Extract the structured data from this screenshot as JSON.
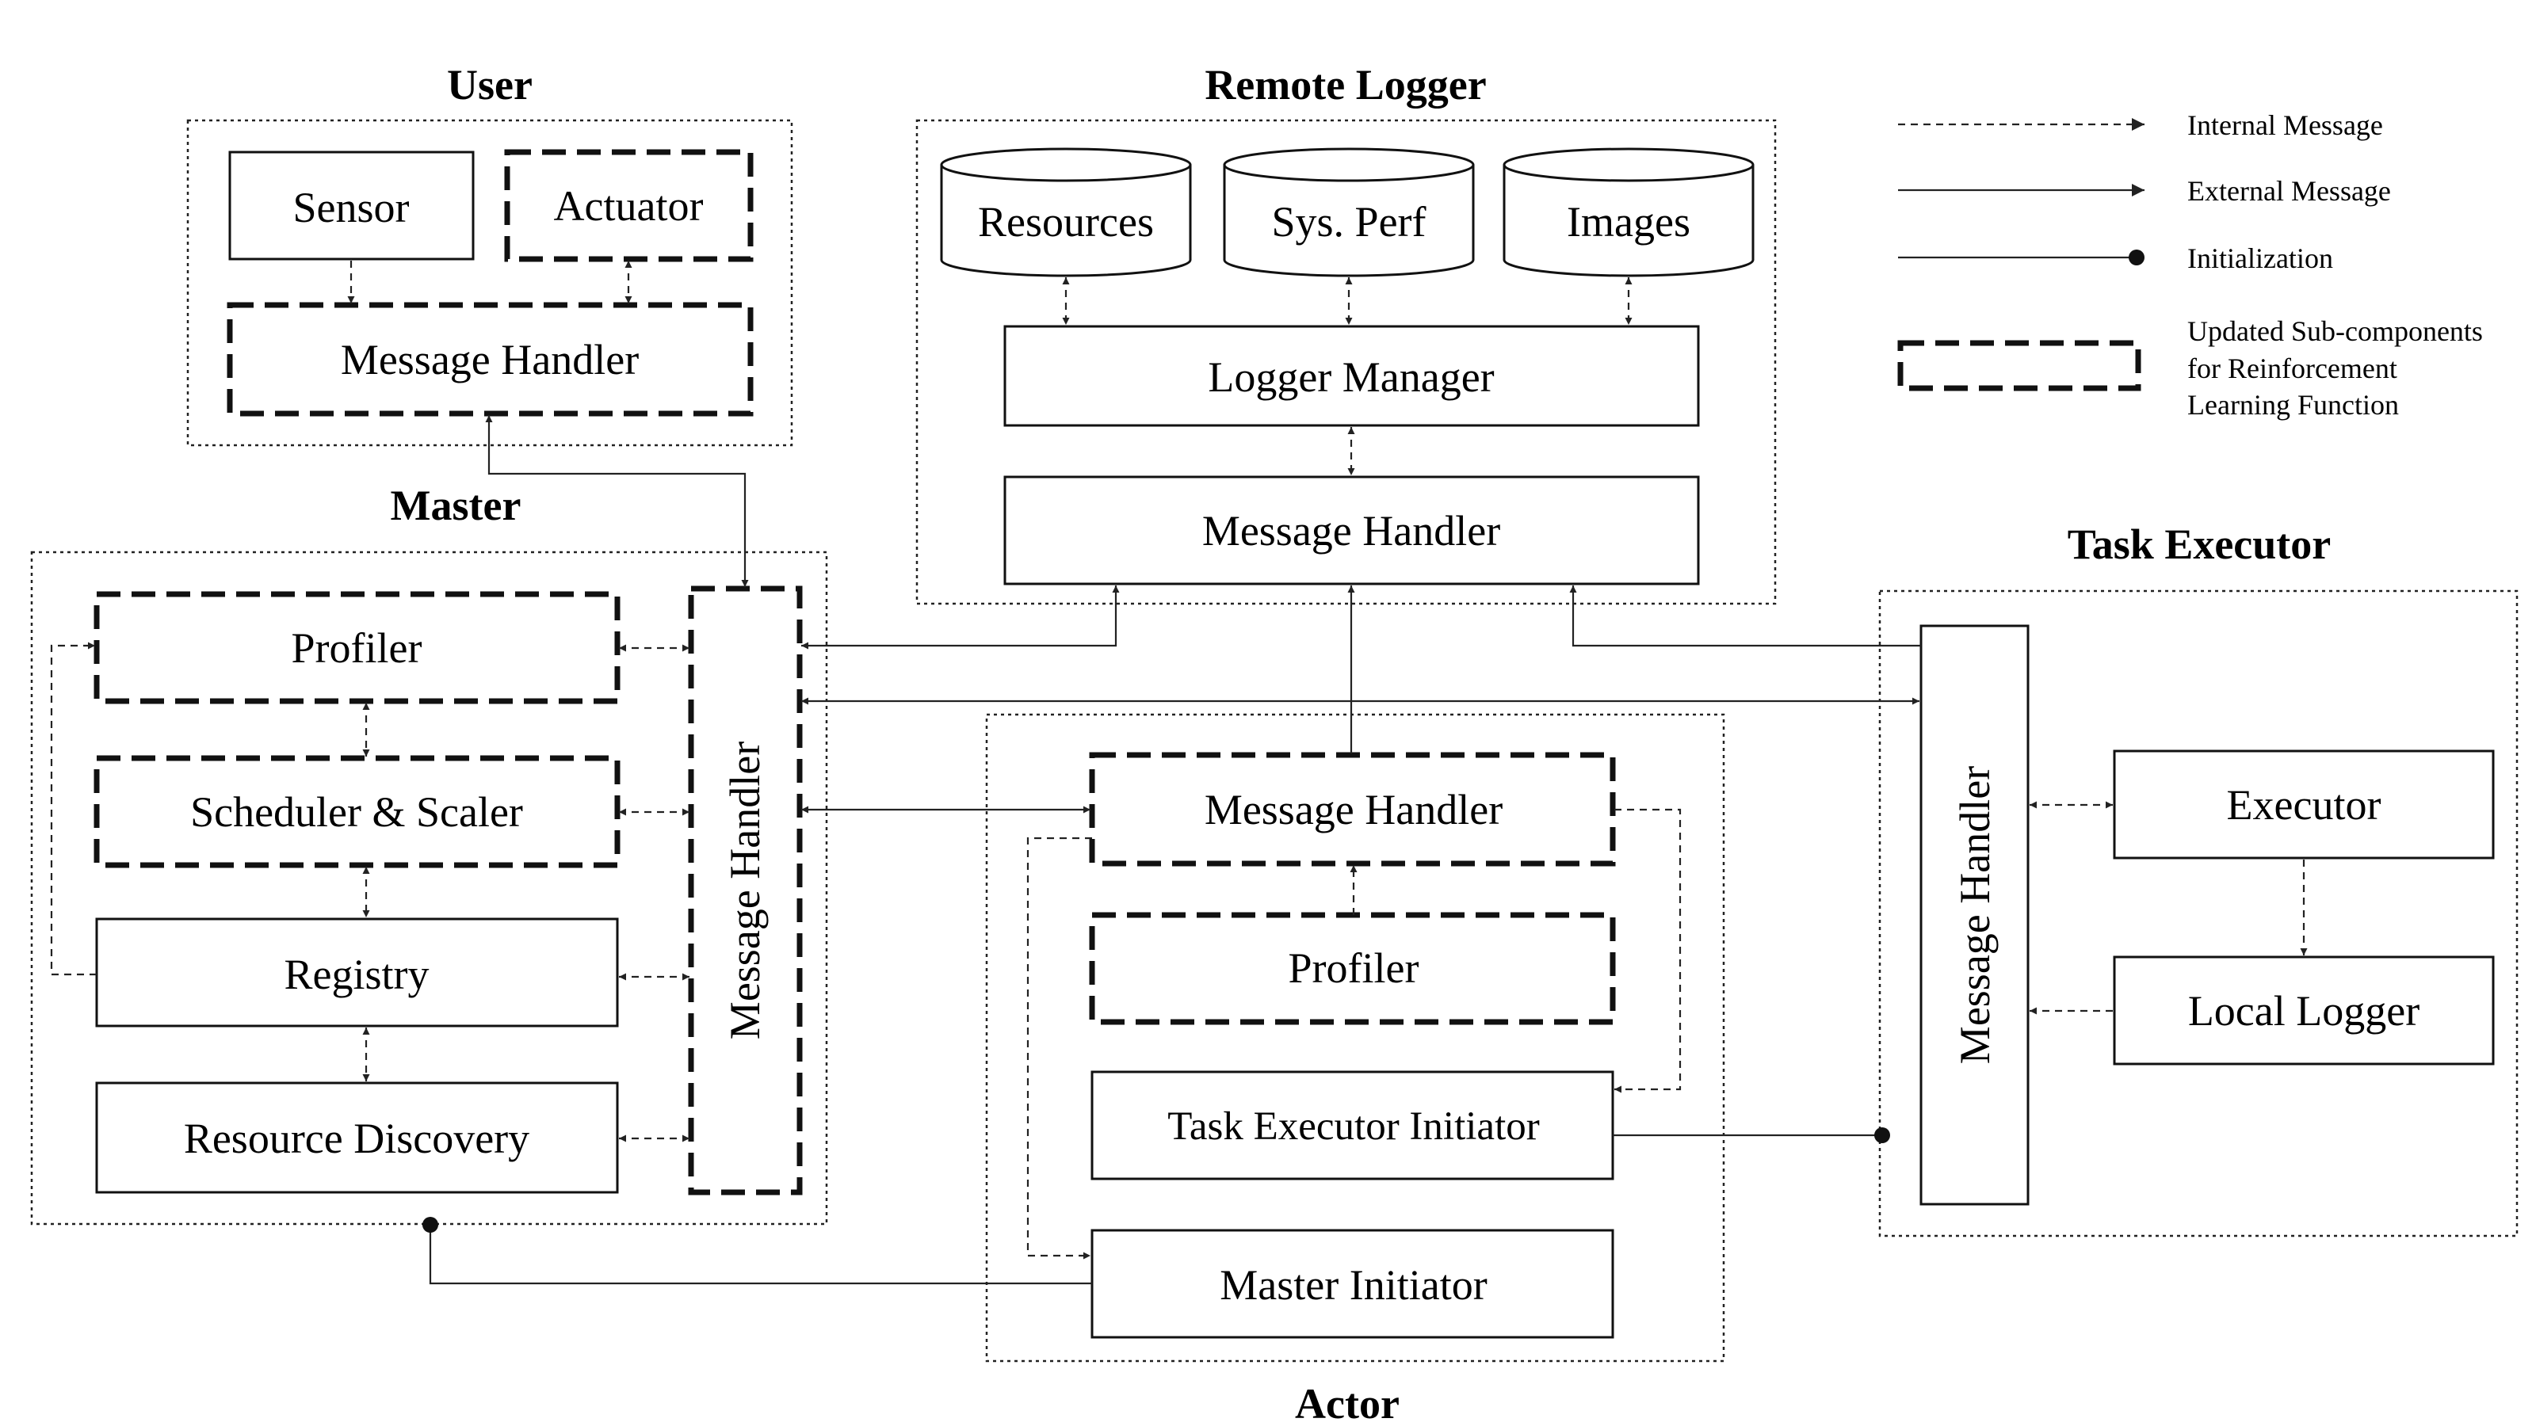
{
  "groups": {
    "user": "User",
    "remote_logger": "Remote Logger",
    "master": "Master",
    "task_executor": "Task Executor",
    "actor": "Actor"
  },
  "user": {
    "sensor": "Sensor",
    "actuator": "Actuator",
    "message_handler": "Message Handler"
  },
  "remote_logger": {
    "resources": "Resources",
    "sys_perf": "Sys. Perf",
    "images": "Images",
    "logger_manager": "Logger Manager",
    "message_handler": "Message Handler"
  },
  "master": {
    "profiler": "Profiler",
    "scheduler_scaler": "Scheduler & Scaler",
    "registry": "Registry",
    "resource_discovery": "Resource Discovery",
    "message_handler": "Message Handler"
  },
  "actor": {
    "message_handler": "Message Handler",
    "profiler": "Profiler",
    "task_executor_initiator": "Task Executor Initiator",
    "master_initiator": "Master Initiator"
  },
  "task_executor": {
    "message_handler": "Message Handler",
    "executor": "Executor",
    "local_logger": "Local Logger"
  },
  "legend": {
    "internal": "Internal Message",
    "external": "External Message",
    "init": "Initialization",
    "updated_line1": "Updated Sub-components",
    "updated_line2": "for Reinforcement",
    "updated_line3": "Learning Function"
  }
}
